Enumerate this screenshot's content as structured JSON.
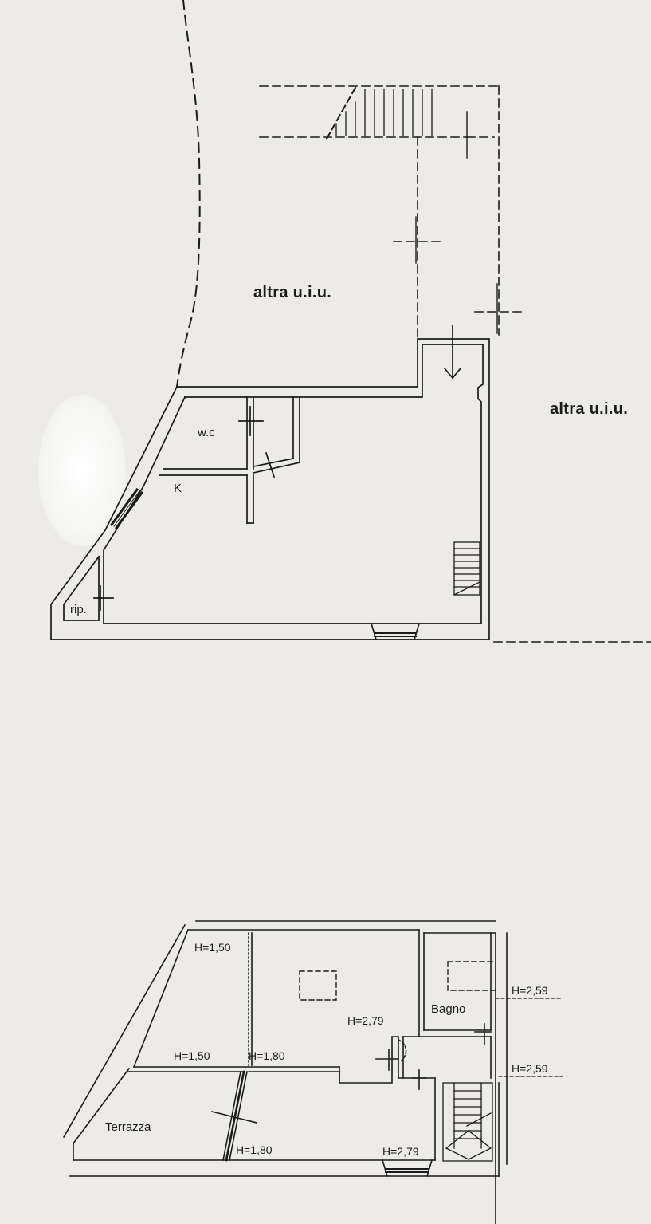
{
  "ground_floor": {
    "labels": {
      "other_unit_top": "altra u.i.u.",
      "other_unit_right": "altra u.i.u.",
      "wc": "w.c",
      "kitchen": "K",
      "storage": "rip."
    }
  },
  "upper_floor": {
    "labels": {
      "h_150_top": "H=1,50",
      "h_150_mid": "H=1,50",
      "h_180_mid": "H=1,80",
      "h_180_bottom": "H=1,80",
      "h_279_mid": "H=2,79",
      "h_279_bottom": "H=2,79",
      "h_259_top": "H=2,59",
      "h_259_mid": "H=2,59",
      "bathroom": "Bagno",
      "terrace": "Terrazza"
    }
  },
  "colors": {
    "paper": "#ecebe7",
    "ink": "#1b1b1b"
  }
}
